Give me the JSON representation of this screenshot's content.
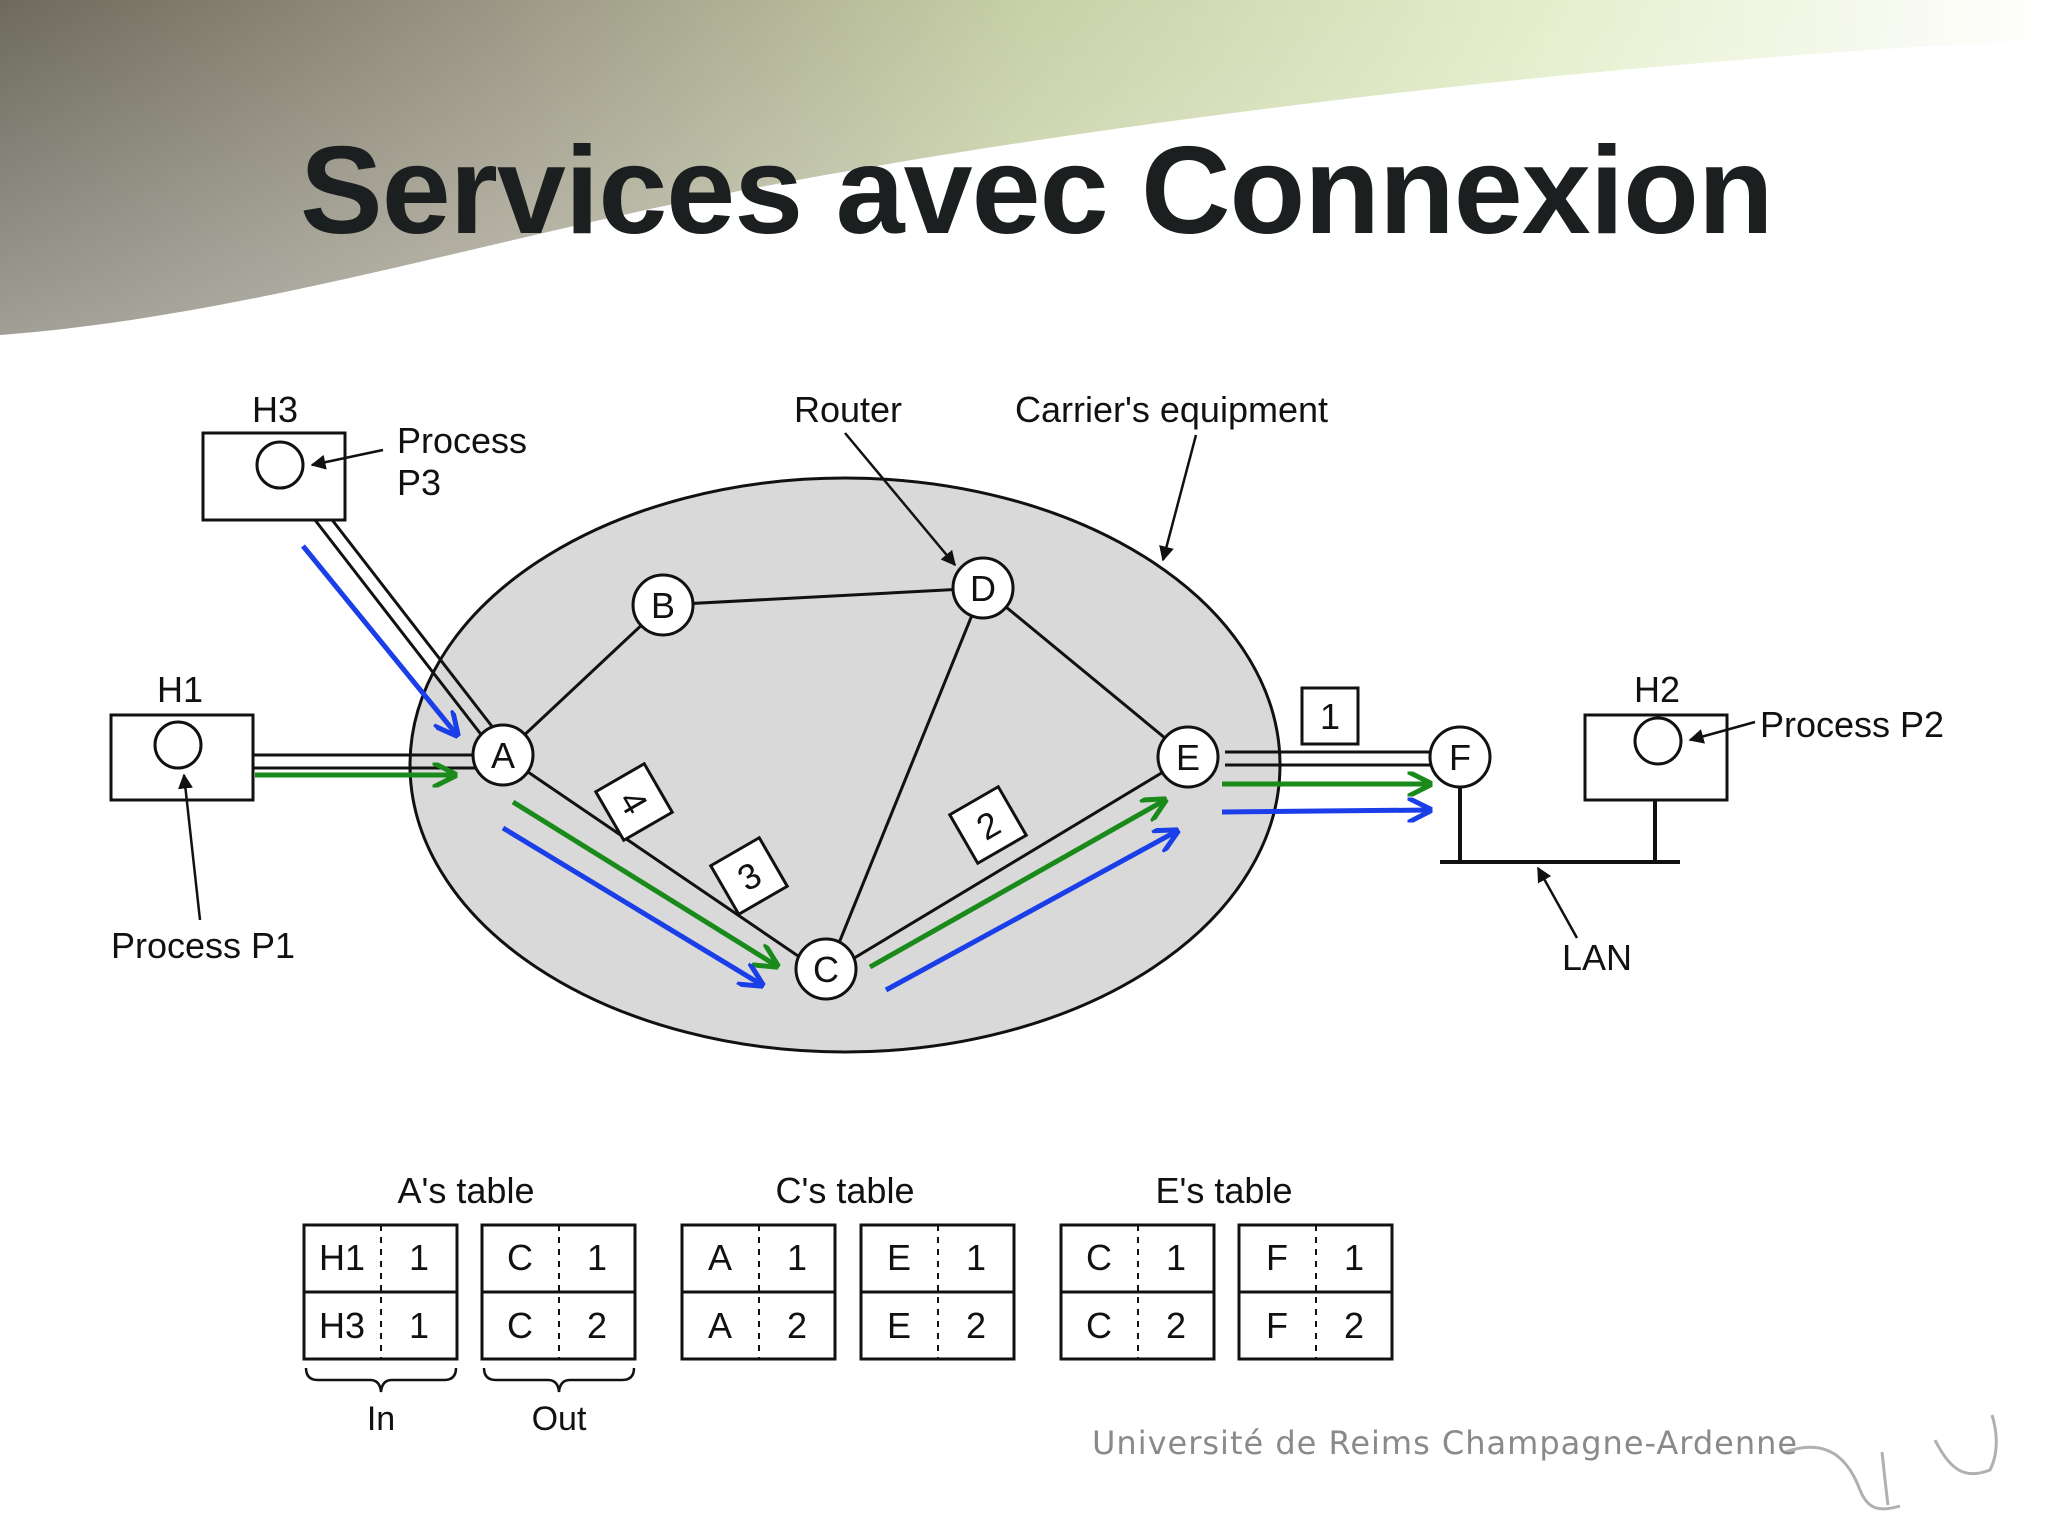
{
  "title": "Services avec Connexion",
  "labels": {
    "h3": "H3",
    "process_p3_line1": "Process",
    "process_p3_line2": "P3",
    "router": "Router",
    "carrier": "Carrier's equipment",
    "h1": "H1",
    "process_p1": "Process P1",
    "h2": "H2",
    "process_p2": "Process P2",
    "lan": "LAN"
  },
  "routers": {
    "a": "A",
    "b": "B",
    "c": "C",
    "d": "D",
    "e": "E",
    "f": "F"
  },
  "packets": {
    "p1": "1",
    "p2": "2",
    "p3": "3",
    "p4": "4"
  },
  "tables": {
    "a_title": "A's table",
    "c_title": "C's table",
    "e_title": "E's table",
    "in_label": "In",
    "out_label": "Out",
    "a_in": [
      [
        "H1",
        "1"
      ],
      [
        "H3",
        "1"
      ]
    ],
    "a_out": [
      [
        "C",
        "1"
      ],
      [
        "C",
        "2"
      ]
    ],
    "c_in": [
      [
        "A",
        "1"
      ],
      [
        "A",
        "2"
      ]
    ],
    "c_out": [
      [
        "E",
        "1"
      ],
      [
        "E",
        "2"
      ]
    ],
    "e_in": [
      [
        "C",
        "1"
      ],
      [
        "C",
        "2"
      ]
    ],
    "e_out": [
      [
        "F",
        "1"
      ],
      [
        "F",
        "2"
      ]
    ]
  },
  "footer": "Université de Reims Champagne-Ardenne",
  "colors": {
    "connection1_arrow": "#1a8a1a",
    "connection2_arrow": "#1a3ee8",
    "carrier_fill": "#d9d9d9",
    "title": "#1c1f1f"
  }
}
